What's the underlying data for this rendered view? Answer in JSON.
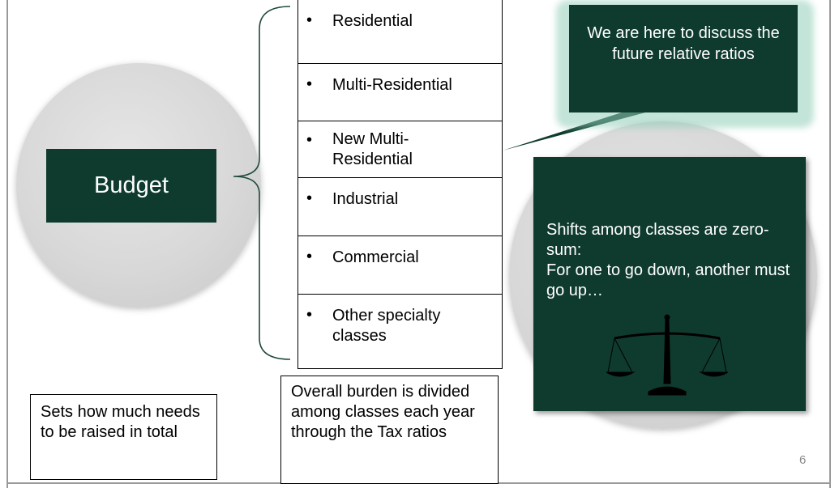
{
  "budget": {
    "label": "Budget"
  },
  "classes": [
    {
      "label": "Residential"
    },
    {
      "label": "Multi-Residential"
    },
    {
      "label": "New Multi-Residential"
    },
    {
      "label": "Industrial"
    },
    {
      "label": "Commercial"
    },
    {
      "label": "Other specialty classes"
    }
  ],
  "bullet": "•",
  "callout": {
    "text": "We are here to discuss the future relative ratios"
  },
  "shift": {
    "line1": "Shifts among classes are zero-sum:",
    "line2": "For one to go down, another must go up…"
  },
  "notes": {
    "budget_note": "Sets how much needs to be raised in total",
    "ratio_note": "Overall burden is divided among classes each year through the Tax ratios"
  },
  "page_number": "6",
  "colors": {
    "dark_green": "#0f3b2e",
    "circle_gray": "#d8d8d8",
    "glow": "#92cdb8"
  },
  "icons": {
    "scale": "balance-scale-icon"
  }
}
